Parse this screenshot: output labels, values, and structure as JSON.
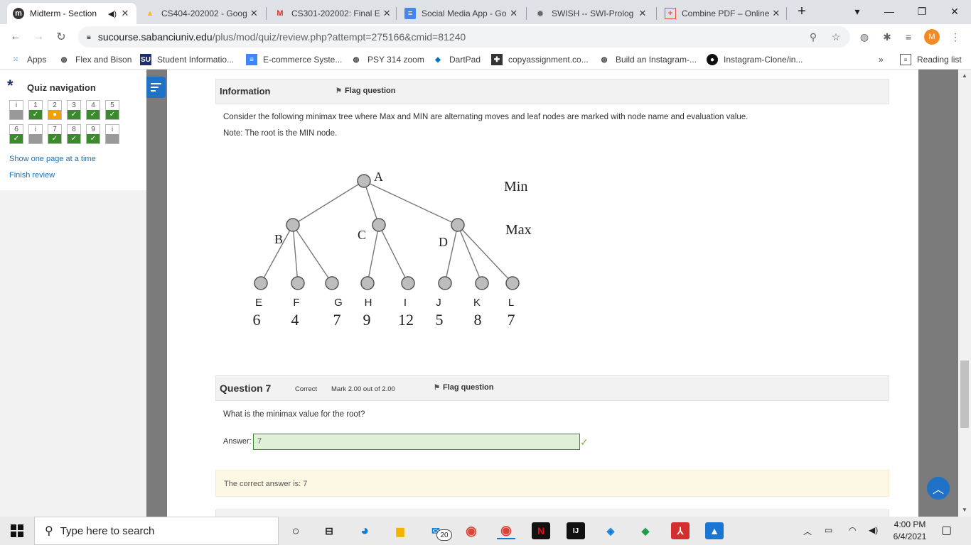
{
  "browser": {
    "tabs": [
      {
        "title": "Midterm - Section",
        "icon": "moodle-icon",
        "active": true
      },
      {
        "title": "CS404-202002 - Goog",
        "icon": "google-drive-icon"
      },
      {
        "title": "CS301-202002: Final E",
        "icon": "gmail-icon"
      },
      {
        "title": "Social Media App - Go",
        "icon": "google-docs-icon"
      },
      {
        "title": "SWISH -- SWI-Prolog",
        "icon": "swish-icon"
      },
      {
        "title": "Combine PDF – Online",
        "icon": "pdf-icon"
      }
    ],
    "url_host": "sucourse.sabanciuniv.edu",
    "url_path": "/plus/mod/quiz/review.php?attempt=275166&cmid=81240",
    "avatar_letter": "M",
    "bookmarks": [
      {
        "label": "Apps"
      },
      {
        "label": "Flex and Bison"
      },
      {
        "label": "Student Informatio..."
      },
      {
        "label": "E-commerce Syste..."
      },
      {
        "label": "PSY 314 zoom"
      },
      {
        "label": "DartPad"
      },
      {
        "label": "copyassignment.co..."
      },
      {
        "label": "Build an Instagram-..."
      },
      {
        "label": "Instagram-Clone/in..."
      }
    ],
    "reading_list": "Reading list",
    "overflow": "»"
  },
  "quiz_nav": {
    "title": "Quiz navigation",
    "questions": [
      {
        "num": "i",
        "status": "info"
      },
      {
        "num": "1",
        "status": "correct"
      },
      {
        "num": "2",
        "status": "partial"
      },
      {
        "num": "3",
        "status": "correct"
      },
      {
        "num": "4",
        "status": "correct"
      },
      {
        "num": "5",
        "status": "correct"
      },
      {
        "num": "6",
        "status": "correct"
      },
      {
        "num": "i",
        "status": "info"
      },
      {
        "num": "7",
        "status": "correct"
      },
      {
        "num": "8",
        "status": "correct"
      },
      {
        "num": "9",
        "status": "correct"
      },
      {
        "num": "i",
        "status": "info"
      }
    ],
    "show_one_page": "Show one page at a time",
    "finish_review": "Finish review"
  },
  "info_block": {
    "title": "Information",
    "flag_label": "Flag question",
    "text1": "Consider the following minimax tree where Max and MIN are alternating moves and leaf nodes are marked with node name and evaluation value.",
    "text2": "Note: The root is the MIN node."
  },
  "tree": {
    "root": "A",
    "min_label": "Min",
    "max_label": "Max",
    "inner": [
      "B",
      "C",
      "D"
    ],
    "leaves": [
      {
        "name": "E",
        "value": "6"
      },
      {
        "name": "F",
        "value": "4"
      },
      {
        "name": "G",
        "value": "7"
      },
      {
        "name": "H",
        "value": "9"
      },
      {
        "name": "I",
        "value": "12"
      },
      {
        "name": "J",
        "value": "5"
      },
      {
        "name": "K",
        "value": "8"
      },
      {
        "name": "L",
        "value": "7"
      }
    ]
  },
  "question7": {
    "title": "Question 7",
    "state": "Correct",
    "mark": "Mark 2.00 out of 2.00",
    "flag_label": "Flag question",
    "prompt": "What is the minimax value for the root?",
    "answer_label": "Answer:",
    "answer_value": "7",
    "feedback": "The correct answer is: 7"
  },
  "taskbar": {
    "search_placeholder": "Type here to search",
    "mail_badge": "20",
    "time": "4:00 PM",
    "date": "6/4/2021"
  },
  "colors": {
    "correct": "#3c8a2e",
    "partial": "#f0a000",
    "accent": "#1f72c6"
  }
}
